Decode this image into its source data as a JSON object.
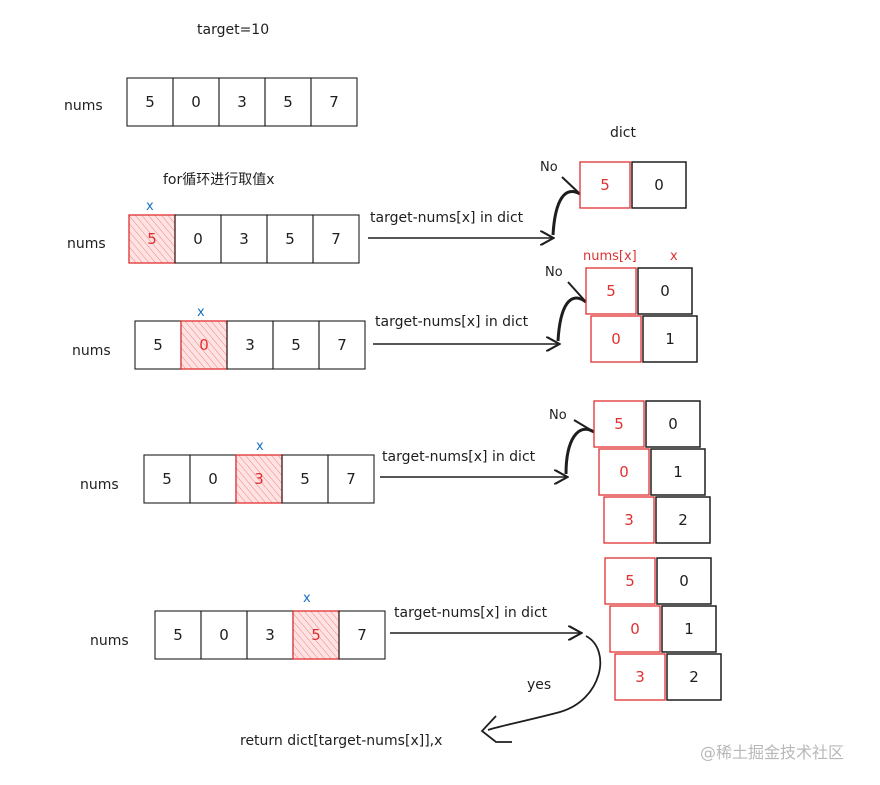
{
  "title": "target=10",
  "labels": {
    "nums": "nums",
    "dict": "dict",
    "loop": "for循环进行取值x",
    "x_marker": "x",
    "expr": "target-nums[x] in dict",
    "no": "No",
    "yes": "yes",
    "dict_key_header": "nums[x]",
    "dict_val_header": "x",
    "result": "return dict[target-nums[x]],x",
    "watermark": "@稀土掘金技术社区"
  },
  "nums": [
    "5",
    "0",
    "3",
    "5",
    "7"
  ],
  "steps": [
    {
      "index": 0,
      "dict": [
        [
          "5",
          "0"
        ]
      ]
    },
    {
      "index": 1,
      "dict": [
        [
          "5",
          "0"
        ],
        [
          "0",
          "1"
        ]
      ]
    },
    {
      "index": 2,
      "dict": [
        [
          "5",
          "0"
        ],
        [
          "0",
          "1"
        ],
        [
          "3",
          "2"
        ]
      ]
    },
    {
      "index": 3,
      "dict": [
        [
          "5",
          "0"
        ],
        [
          "0",
          "1"
        ],
        [
          "3",
          "2"
        ]
      ]
    }
  ],
  "colors": {
    "ink": "#1e1e1e",
    "highlight": "#e03131",
    "highlight_fill": "#ffc9c9",
    "marker": "#1971c2",
    "watermark": "#b8b8b8"
  }
}
